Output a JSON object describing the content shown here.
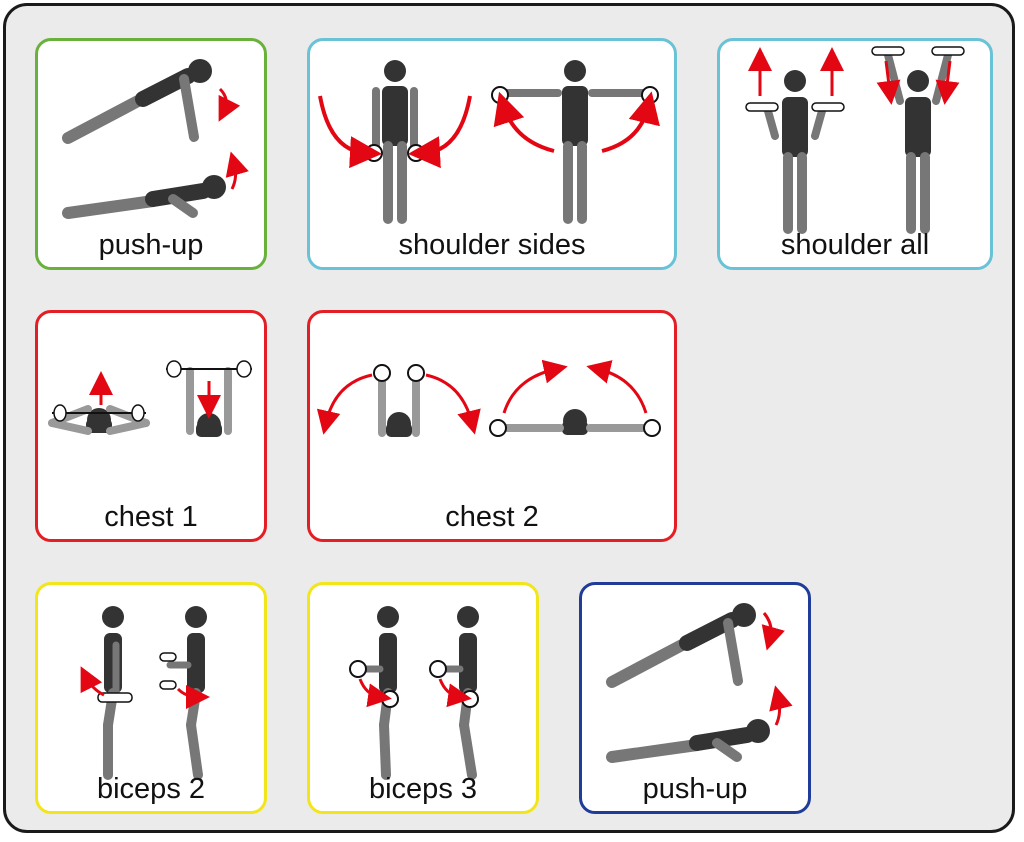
{
  "colors": {
    "green": "#6ab13c",
    "cyan": "#69c2d6",
    "red": "#e31e24",
    "yellow": "#f2e51a",
    "blue": "#1f3c99",
    "arrow": "#e30613",
    "body_dark": "#333333",
    "limb_gray": "#777777"
  },
  "cards": [
    {
      "id": "pushup-1",
      "label": "push-up",
      "border": "green"
    },
    {
      "id": "shoulder-sides",
      "label": "shoulder sides",
      "border": "cyan"
    },
    {
      "id": "shoulder-all",
      "label": "shoulder all",
      "border": "cyan"
    },
    {
      "id": "chest-1",
      "label": "chest 1",
      "border": "red"
    },
    {
      "id": "chest-2",
      "label": "chest 2",
      "border": "red"
    },
    {
      "id": "biceps-2",
      "label": "biceps 2",
      "border": "yellow"
    },
    {
      "id": "biceps-3",
      "label": "biceps 3",
      "border": "yellow"
    },
    {
      "id": "pushup-2",
      "label": "push-up",
      "border": "blue"
    }
  ]
}
